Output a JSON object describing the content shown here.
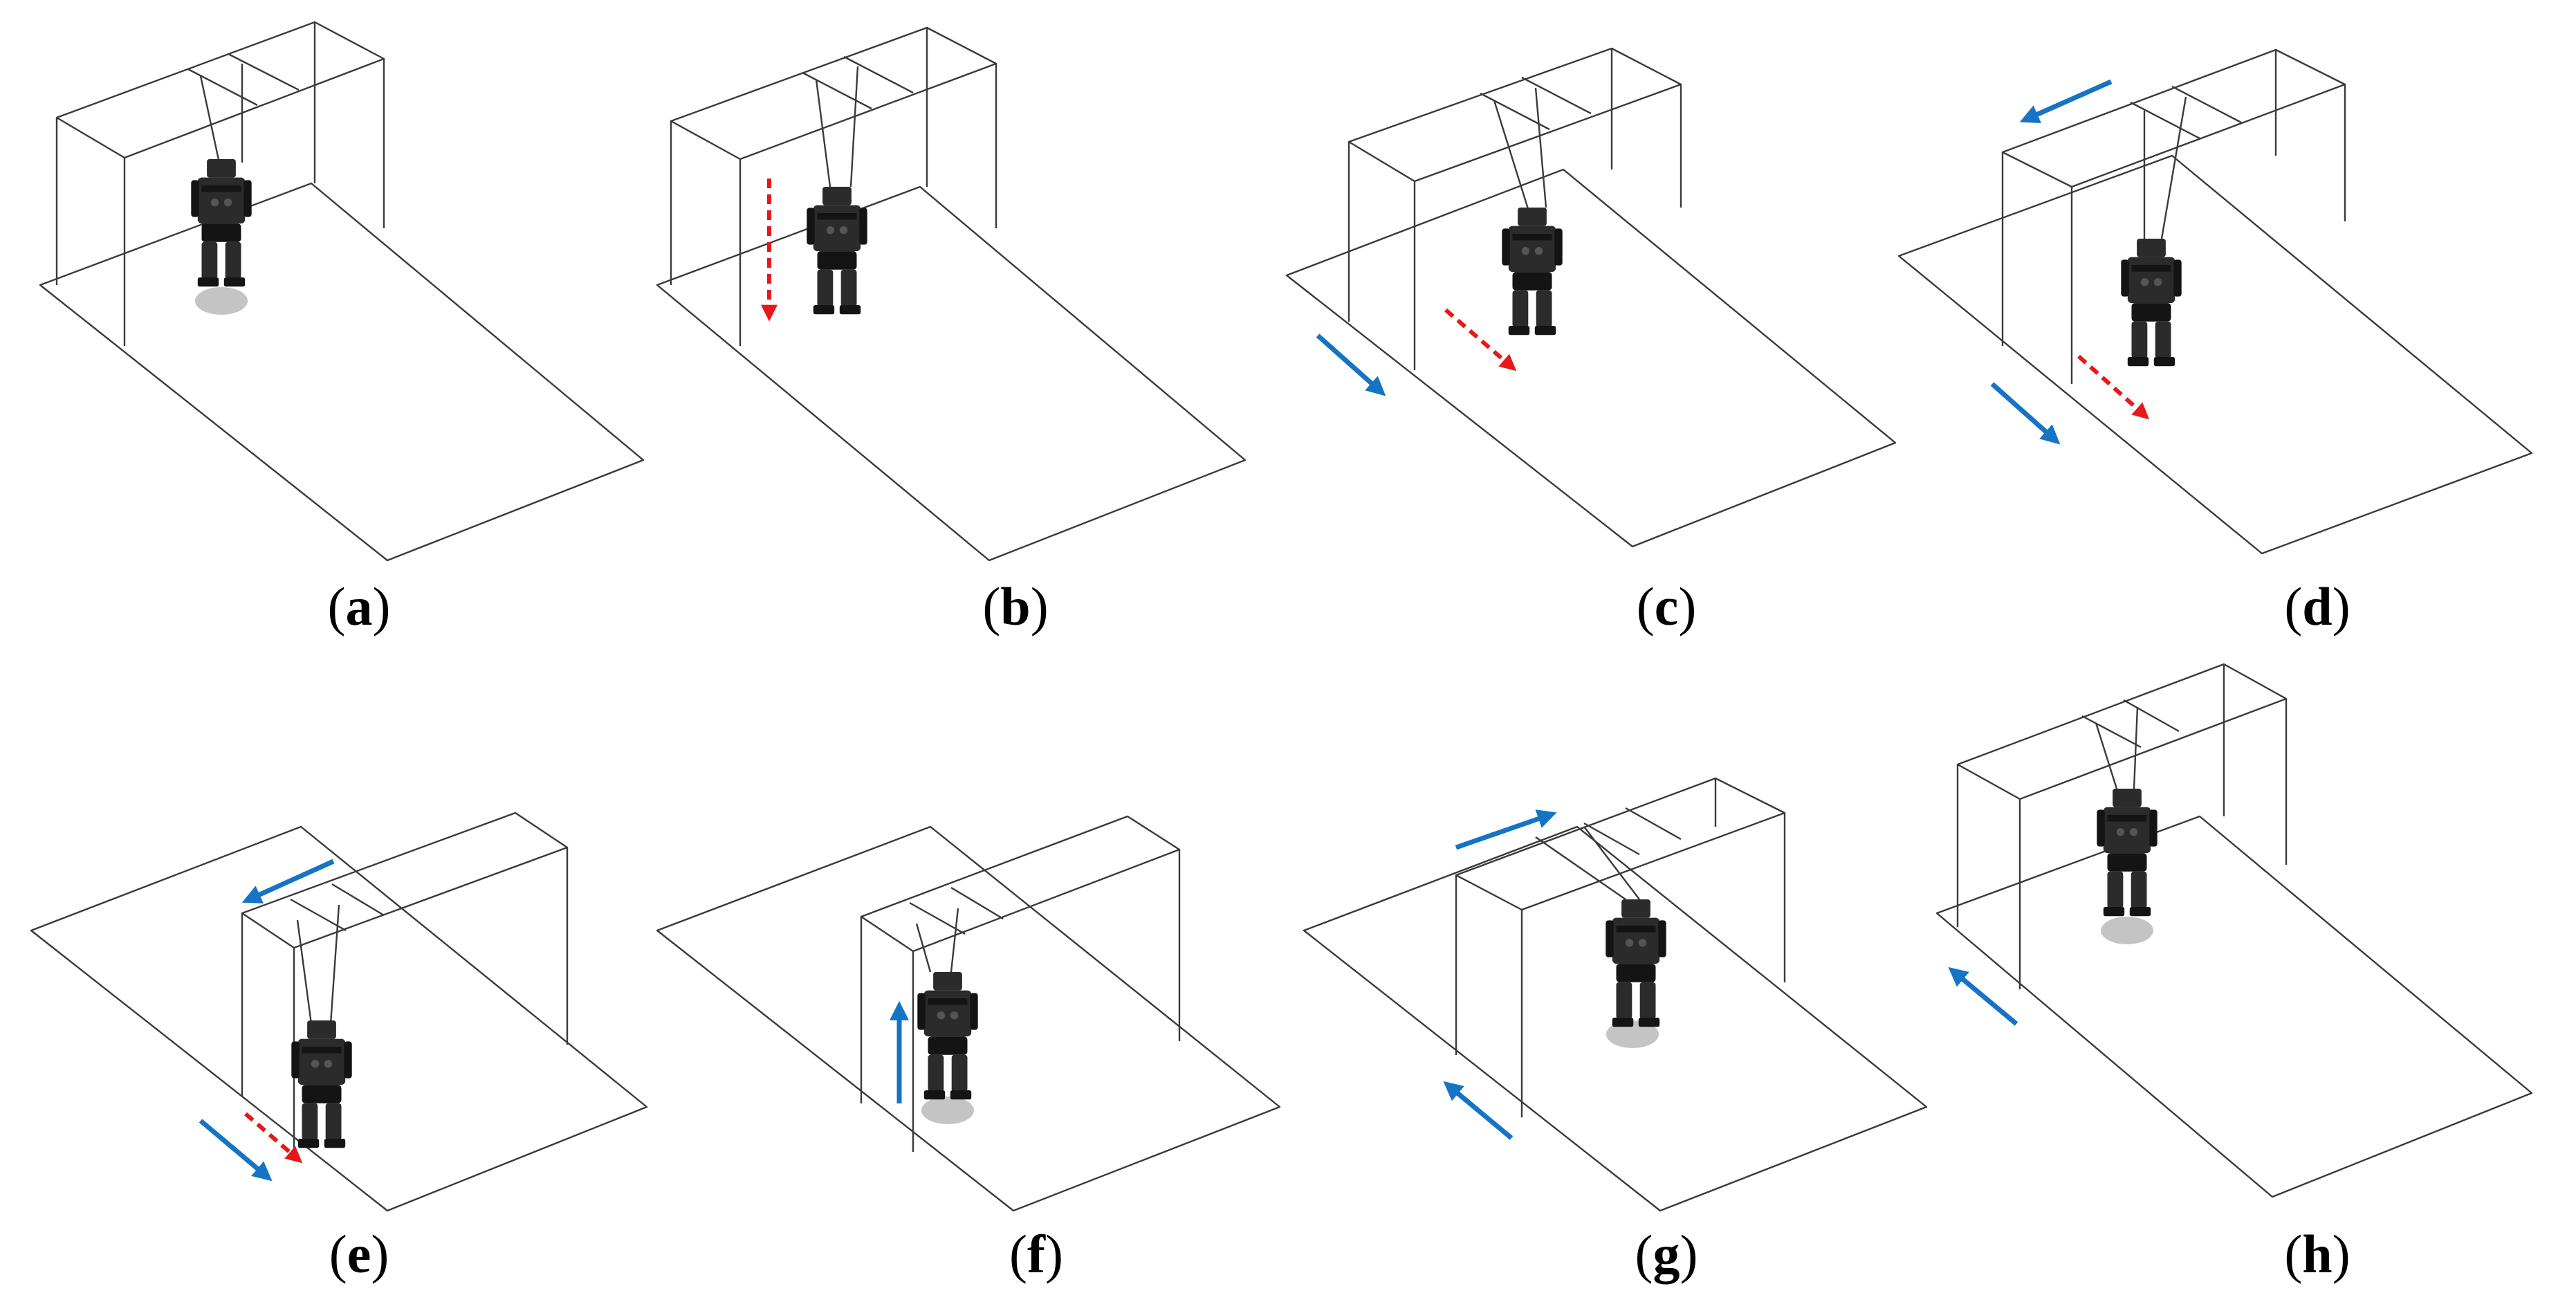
{
  "colors": {
    "line": "#3a3a3a",
    "robot": "#2b2b2b",
    "robot_dark": "#141414",
    "shadow": "#c4c4c4",
    "blue_arrow": "#1574c4",
    "red_arrow": "#e81818"
  },
  "panels": [
    {
      "label": "a",
      "arrows": []
    },
    {
      "label": "b",
      "arrows": [
        "red-down"
      ]
    },
    {
      "label": "c",
      "arrows": [
        "blue-forward",
        "red-forward"
      ]
    },
    {
      "label": "d",
      "arrows": [
        "blue-back-top",
        "blue-forward",
        "red-forward"
      ]
    },
    {
      "label": "e",
      "arrows": [
        "blue-back-top",
        "blue-forward",
        "red-forward"
      ]
    },
    {
      "label": "f",
      "arrows": [
        "blue-up"
      ]
    },
    {
      "label": "g",
      "arrows": [
        "blue-forward-top",
        "blue-back"
      ]
    },
    {
      "label": "h",
      "arrows": [
        "blue-back"
      ]
    }
  ]
}
